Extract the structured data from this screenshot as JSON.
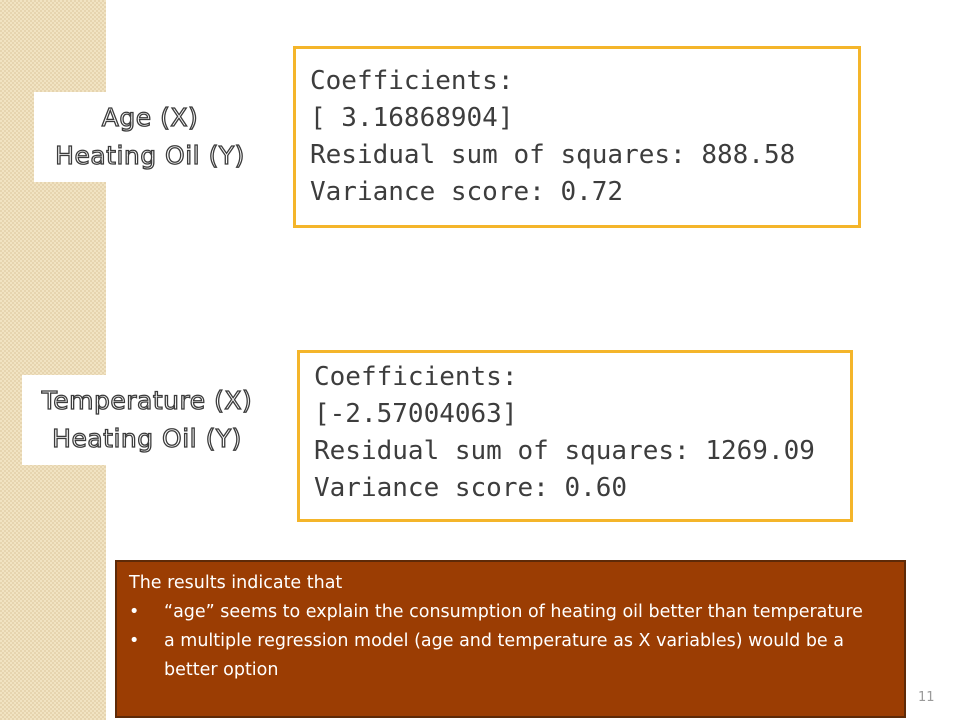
{
  "slide": {
    "page_number": "11",
    "accent_color": "#f4b52a",
    "note_bg_color": "#9b3d03"
  },
  "label1": {
    "line1": "Age (X)",
    "line2": "Heating Oil (Y)"
  },
  "output1": {
    "line1": "Coefficients:",
    "line2": "[ 3.16868904]",
    "line3": "Residual sum of squares: 888.58",
    "line4": "Variance score: 0.72"
  },
  "label2": {
    "line1": "Temperature (X)",
    "line2": "Heating Oil (Y)"
  },
  "output2": {
    "line1": "Coefficients:",
    "line2": "[-2.57004063]",
    "line3": "Residual sum of squares: 1269.09",
    "line4": "Variance score: 0.60"
  },
  "note": {
    "intro": "The results indicate that",
    "bullet_symbol": "•",
    "bullets": [
      "“age” seems to explain the consumption of heating oil better than temperature",
      "a multiple regression model (age and temperature as X variables) would be a better option"
    ]
  }
}
